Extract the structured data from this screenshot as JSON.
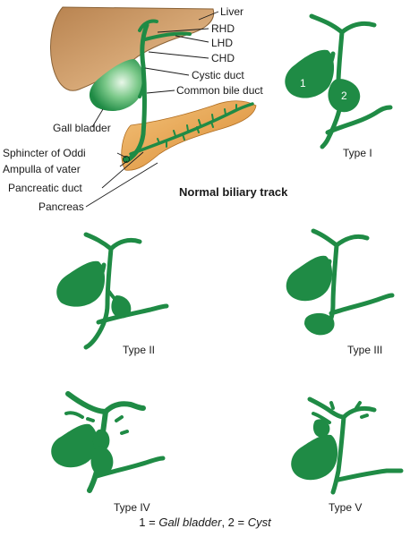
{
  "labels": {
    "liver": "Liver",
    "rhd": "RHD",
    "lhd": "LHD",
    "chd": "CHD",
    "cystic_duct": "Cystic duct",
    "common_bile_duct": "Common bile duct",
    "gall_bladder": "Gall bladder",
    "sphincter": "Sphincter of Oddi",
    "ampulla": "Ampulla of vater",
    "pancreatic_duct": "Pancreatic duct",
    "pancreas": "Pancreas"
  },
  "title": "Normal biliary track",
  "types": {
    "type1": "Type I",
    "type2": "Type II",
    "type3": "Type III",
    "type4": "Type IV",
    "type5": "Type V"
  },
  "type1_numbers": {
    "one": "1",
    "two": "2"
  },
  "caption": {
    "n1": "1 = ",
    "t1": "Gall bladder",
    "sep": ", 2 = ",
    "t2": "Cyst"
  },
  "colors": {
    "duct_green": "#1f8b45",
    "liver_brown": "#c9955f",
    "pancreas_orange": "#e8a24a",
    "line": "#1a1a1a"
  }
}
